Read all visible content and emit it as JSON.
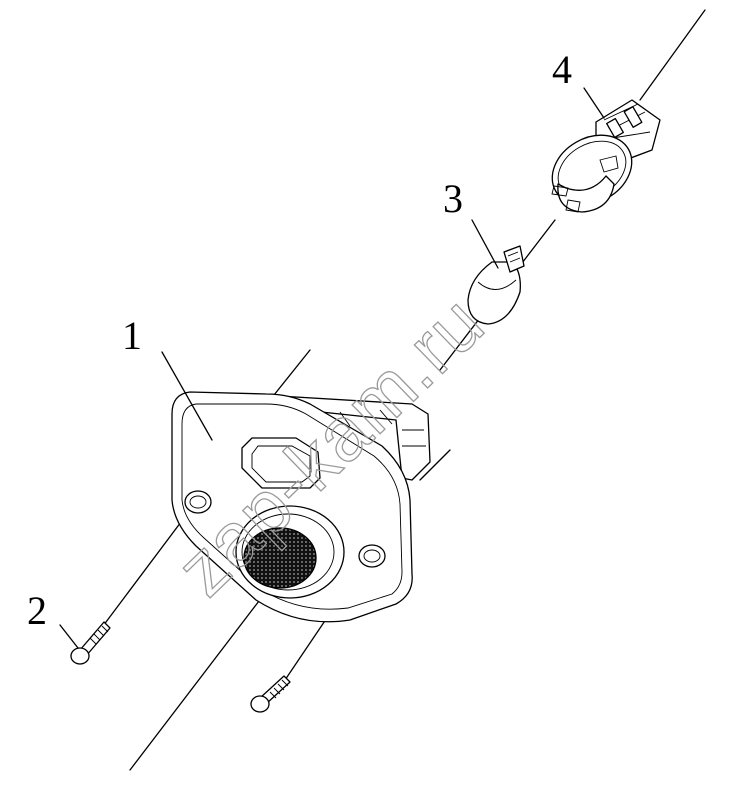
{
  "diagram": {
    "callouts": [
      {
        "id": "1",
        "label": "1"
      },
      {
        "id": "2",
        "label": "2"
      },
      {
        "id": "3",
        "label": "3"
      },
      {
        "id": "4",
        "label": "4"
      }
    ],
    "watermark": "zap-kam.ru",
    "colors": {
      "line": "#000000",
      "background": "#ffffff",
      "watermark": "#9a9a9a"
    }
  }
}
